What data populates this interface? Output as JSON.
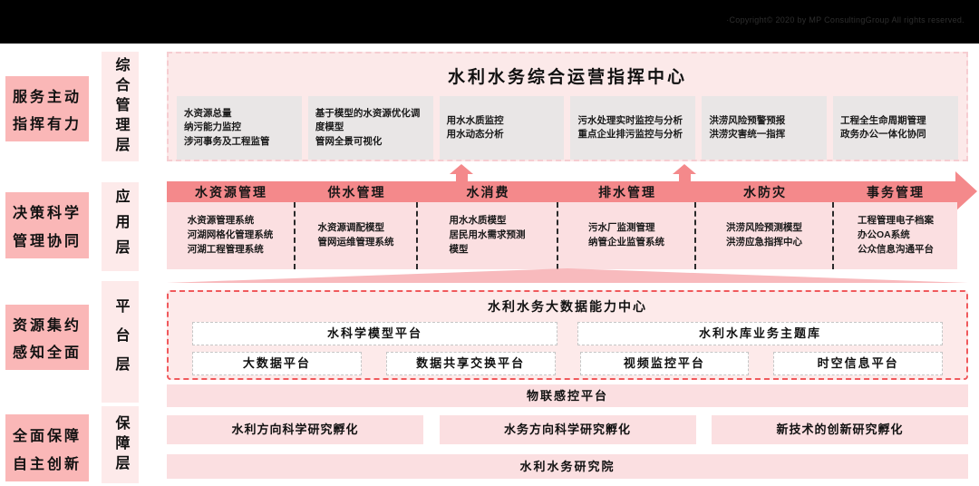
{
  "header": {
    "copyright": "·Copyright© 2020 by MP ConsultingGroup All rights reserved."
  },
  "goals": [
    {
      "lines": [
        "服务主动",
        "指挥有力"
      ]
    },
    {
      "lines": [
        "决策科学",
        "管理协同"
      ]
    },
    {
      "lines": [
        "资源集约",
        "感知全面"
      ]
    },
    {
      "lines": [
        "全面保障",
        "自主创新"
      ]
    }
  ],
  "layers": [
    {
      "name": "综合管理层"
    },
    {
      "name": "应用层"
    },
    {
      "name": "平台层"
    },
    {
      "name": "保障层"
    }
  ],
  "command_center": {
    "title": "水利水务综合运营指挥中心",
    "boxes": [
      {
        "lines": [
          "水资源总量",
          "纳污能力监控",
          "涉河事务及工程监管"
        ]
      },
      {
        "lines": [
          "基于模型的水资源优化调度模型",
          "管网全景可视化"
        ]
      },
      {
        "lines": [
          "用水水质监控",
          "用水动态分析"
        ]
      },
      {
        "lines": [
          "污水处理实时监控与分析",
          "重点企业排污监控与分析"
        ]
      },
      {
        "lines": [
          "洪涝风险预警预报",
          "洪涝灾害统一指挥"
        ]
      },
      {
        "lines": [
          "工程全生命周期管理",
          "政务办公一体化协同"
        ]
      }
    ]
  },
  "application": {
    "categories": [
      {
        "label": "水资源管理",
        "items": [
          "水资源管理系统",
          "河湖网格化管理系统",
          "河湖工程管理系统"
        ]
      },
      {
        "label": "供水管理",
        "items": [
          "水资源调配模型",
          "管网运维管理系统"
        ]
      },
      {
        "label": "水消费",
        "items": [
          "用水水质模型",
          "居民用水需求预测",
          "模型"
        ]
      },
      {
        "label": "排水管理",
        "items": [
          "污水厂监测管理",
          "纳管企业监管系统"
        ]
      },
      {
        "label": "水防灾",
        "items": [
          "洪涝风险预测模型",
          "洪涝应急指挥中心"
        ]
      },
      {
        "label": "事务管理",
        "items": [
          "工程管理电子档案",
          "办公OA系统",
          "公众信息沟通平台"
        ]
      }
    ]
  },
  "platform": {
    "title": "水利水务大数据能力中心",
    "row1": [
      "水科学模型平台",
      "水利水库业务主题库"
    ],
    "row2": [
      "大数据平台",
      "数据共享交换平台",
      "视频监控平台",
      "时空信息平台"
    ],
    "iot_bar": "物联感控平台"
  },
  "guarantee": {
    "boxes": [
      "水利方向科学研究孵化",
      "水务方向科学研究孵化",
      "新技术的创新研究孵化"
    ],
    "institute": "水利水务研究院"
  },
  "colors": {
    "header_bg": "#000000",
    "goal_box": "#fab7b7",
    "layer_strip": "#fdeaea",
    "section_bg": "#fce9e9",
    "gray_box": "#e9e6e6",
    "accent_bar": "#f4898b",
    "light_row": "#fbdfe1",
    "dashed_border_red": "#f0595c"
  }
}
